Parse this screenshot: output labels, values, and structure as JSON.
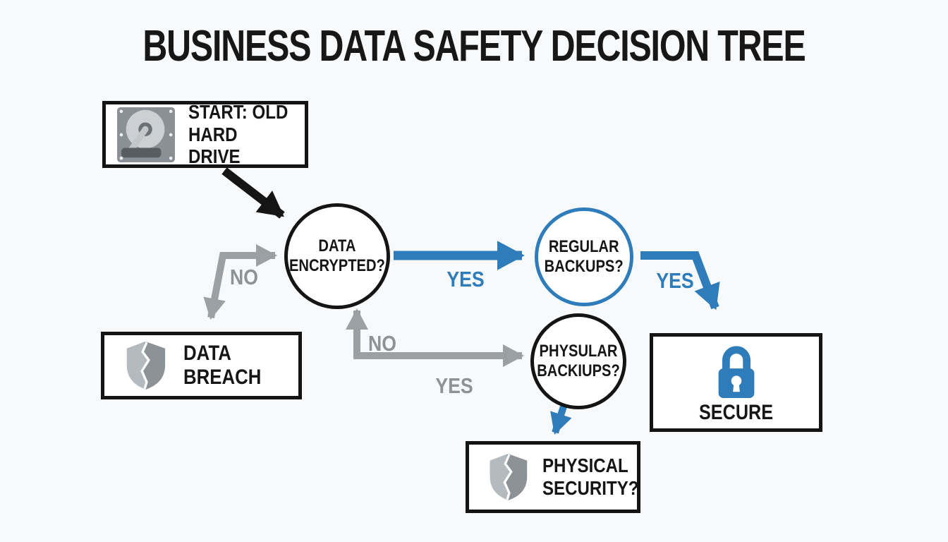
{
  "title": "BUSINESS DATA SAFETY DECISION TREE",
  "colors": {
    "blue": "#2e7cb9",
    "gray": "#9aa0a4",
    "black": "#151515"
  },
  "nodes": {
    "start": {
      "line1": "START: OLD",
      "line2": "HARD DRIVE",
      "icon": "hard-drive-icon"
    },
    "data_encrypted": {
      "line1": "DATA",
      "line2": "ENCRYPTED?"
    },
    "regular_backups": {
      "line1": "REGULAR",
      "line2": "BACKUPS?"
    },
    "data_breach": {
      "label": "DATA BREACH",
      "icon": "broken-shield-icon"
    },
    "physical_backups": {
      "line1": "PHYSULAR",
      "line2": "BACKIUPS?"
    },
    "secure": {
      "label": "SECURE",
      "icon": "padlock-icon"
    },
    "physical_security": {
      "line1": "PHYSICAL",
      "line2": "SECURITY?",
      "icon": "broken-shield-icon"
    }
  },
  "edge_labels": {
    "encrypted_to_breach": "NO",
    "encrypted_to_regular": "YES",
    "regular_to_secure": "YES",
    "physical_branch_no": "NO",
    "physical_branch_yes": "YES"
  }
}
